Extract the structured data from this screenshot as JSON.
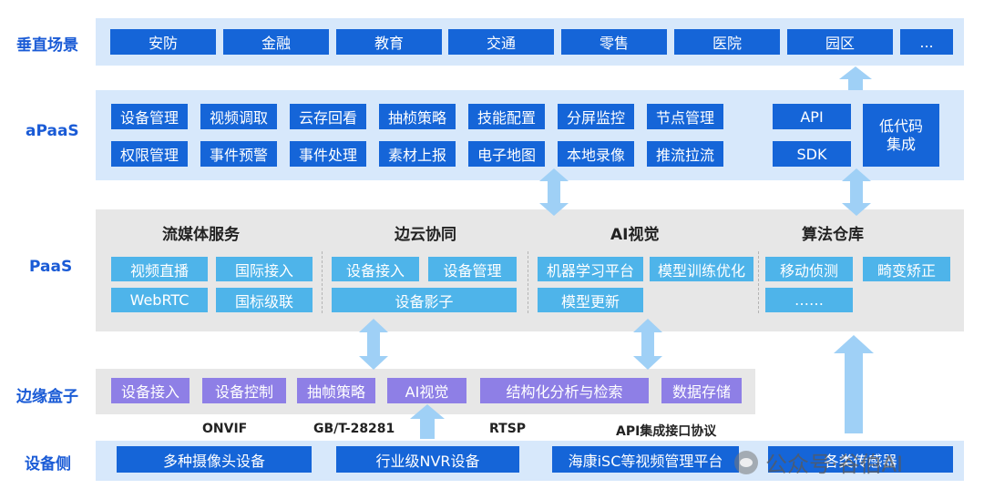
{
  "rows": {
    "vertical": "垂直场景",
    "apaas": "aPaaS",
    "paas": "PaaS",
    "edge": "边缘盒子",
    "device": "设备侧"
  },
  "vertical": [
    "安防",
    "金融",
    "教育",
    "交通",
    "零售",
    "医院",
    "园区",
    "..."
  ],
  "apaas": {
    "row1": [
      "设备管理",
      "视频调取",
      "云存回看",
      "抽桢策略",
      "技能配置",
      "分屏监控",
      "节点管理"
    ],
    "row2": [
      "权限管理",
      "事件预警",
      "事件处理",
      "素材上报",
      "电子地图",
      "本地录像",
      "推流拉流"
    ],
    "api": "API",
    "sdk": "SDK",
    "lowcode": "低代码\n集成"
  },
  "paas": {
    "streaming": {
      "title": "流媒体服务",
      "items": [
        "视频直播",
        "国际接入",
        "WebRTC",
        "国标级联"
      ]
    },
    "edgecloud": {
      "title": "边云协同",
      "items": [
        "设备接入",
        "设备管理",
        "设备影子"
      ]
    },
    "ai": {
      "title": "AI视觉",
      "items": [
        "机器学习平台",
        "模型训练优化",
        "模型更新"
      ]
    },
    "algo": {
      "title": "算法仓库",
      "items": [
        "移动侦测",
        "畸变矫正",
        "……"
      ]
    }
  },
  "edge": [
    "设备接入",
    "设备控制",
    "抽帧策略",
    "AI视觉",
    "结构化分析与检索",
    "数据存储"
  ],
  "protocols": [
    "ONVIF",
    "GB/T-28281",
    "RTSP",
    "API集成接口协议"
  ],
  "device": [
    "多种摄像头设备",
    "行业级NVR设备",
    "海康iSC等视频管理平台",
    "各类传感器"
  ],
  "watermark": "公众号·谷伯AI",
  "colors": {
    "dark_blue": "#1565d8",
    "light_blue": "#4eb4ea",
    "purple": "#8e7fe6",
    "label_blue": "#1a5bd6"
  }
}
